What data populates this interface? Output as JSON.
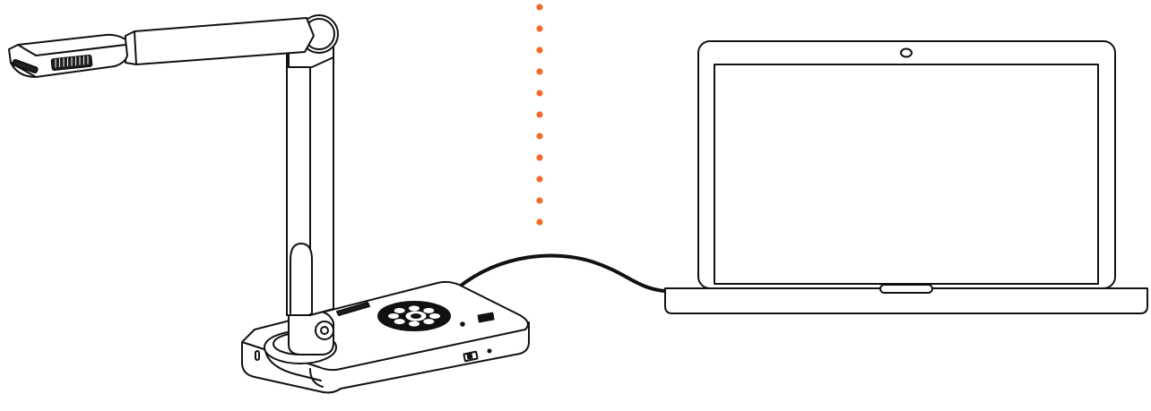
{
  "colors": {
    "background": "#ffffff",
    "line": "#111111",
    "dots": "#f26b2a",
    "body_fill": "#ffffff"
  },
  "illustration": {
    "left_device": "document-camera",
    "right_device": "laptop",
    "connection": "usb-cable",
    "separator_dot_count": 11,
    "control_buttons": 8
  }
}
